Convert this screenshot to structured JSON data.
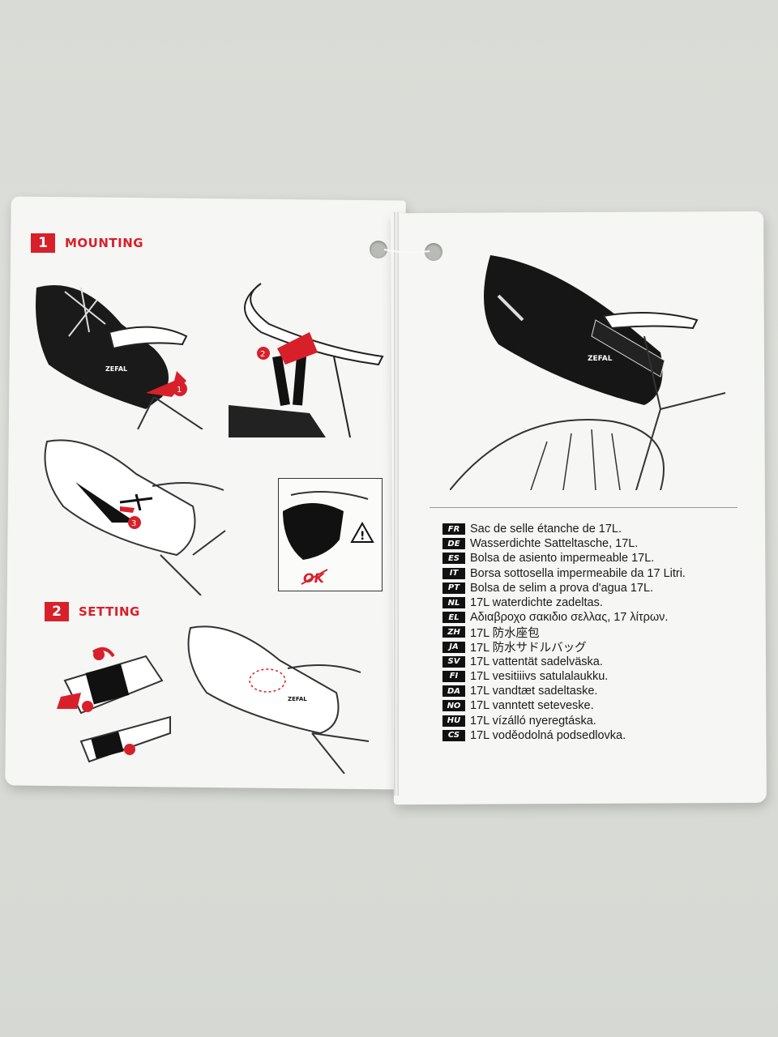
{
  "left_card": {
    "section1": {
      "number": "1",
      "title": "MOUNTING"
    },
    "section2": {
      "number": "2",
      "title": "SETTING"
    },
    "brand": "ZEFAL",
    "steps": [
      "1",
      "2",
      "3"
    ],
    "warning_label": "OK"
  },
  "right_card": {
    "brand": "ZEFAL",
    "languages": [
      {
        "code": "FR",
        "text": "Sac de selle étanche de 17L."
      },
      {
        "code": "DE",
        "text": "Wasserdichte Satteltasche, 17L."
      },
      {
        "code": "ES",
        "text": "Bolsa de asiento impermeable 17L."
      },
      {
        "code": "IT",
        "text": "Borsa sottosella impermeabile da 17 Litri."
      },
      {
        "code": "PT",
        "text": "Bolsa de selim a prova d'agua 17L."
      },
      {
        "code": "NL",
        "text": "17L waterdichte zadeltas."
      },
      {
        "code": "EL",
        "text": "Αδιαβροχο σακιδιο σελλας, 17 λίτρων."
      },
      {
        "code": "ZH",
        "text": "17L 防水座包"
      },
      {
        "code": "JA",
        "text": "17L 防水サドルバッグ"
      },
      {
        "code": "SV",
        "text": "17L vattentät sadelväska."
      },
      {
        "code": "FI",
        "text": "17L vesitiiivs satulalaukku."
      },
      {
        "code": "DA",
        "text": "17L vandtæt sadeltaske."
      },
      {
        "code": "NO",
        "text": "17L vanntett seteveske."
      },
      {
        "code": "HU",
        "text": "17L vízálló nyeregtáska."
      },
      {
        "code": "CS",
        "text": "17L voděodolná podsedlovka."
      }
    ]
  },
  "colors": {
    "accent": "#d8202a",
    "ink": "#111111",
    "card": "#f6f6f4"
  }
}
